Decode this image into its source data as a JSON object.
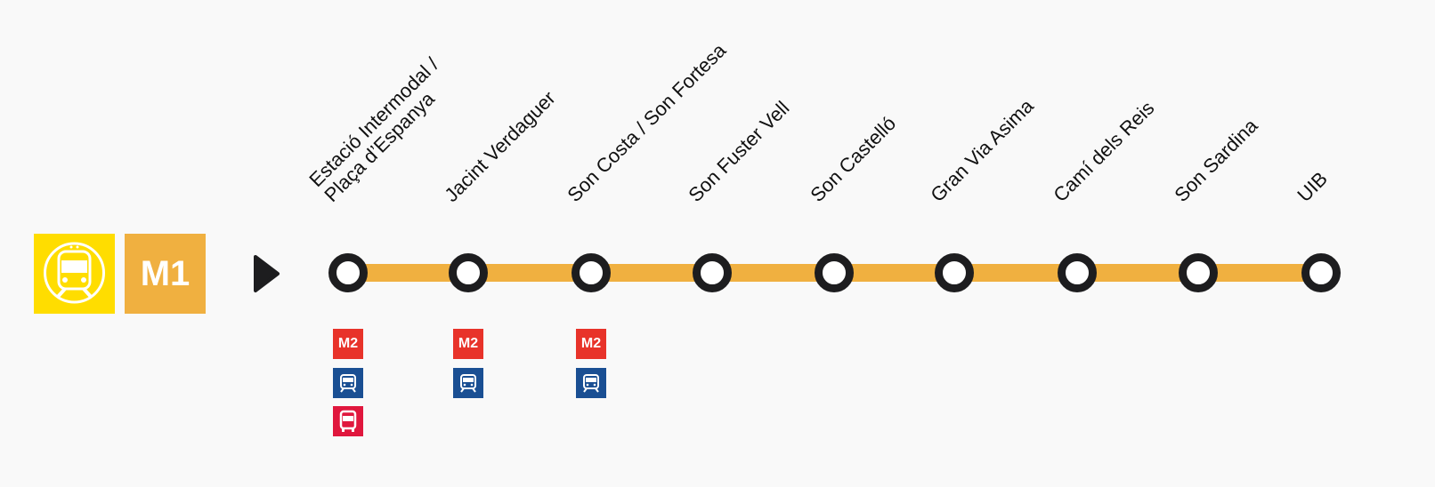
{
  "line": {
    "name": "M1",
    "color": "#f0b040",
    "logo_color": "#ffdd00"
  },
  "stations": [
    {
      "name": "Estació Intermodal /\nPlaça d’Espanya",
      "connections": [
        "M2",
        "train",
        "bus"
      ]
    },
    {
      "name": "Jacint Verdaguer",
      "connections": [
        "M2",
        "train"
      ]
    },
    {
      "name": "Son Costa / Son Fortesa",
      "connections": [
        "M2",
        "train"
      ]
    },
    {
      "name": "Son Fuster Vell",
      "connections": []
    },
    {
      "name": "Son Castelló",
      "connections": []
    },
    {
      "name": "Gran Via Asima",
      "connections": []
    },
    {
      "name": "Camí dels Reis",
      "connections": []
    },
    {
      "name": "Son Sardina",
      "connections": []
    },
    {
      "name": "UIB",
      "connections": []
    }
  ],
  "badges": {
    "M2": {
      "label": "M2",
      "color": "#e8332a"
    },
    "train": {
      "icon": "train-icon",
      "color": "#1a4f93"
    },
    "bus": {
      "icon": "bus-icon",
      "color": "#e0173d"
    }
  }
}
